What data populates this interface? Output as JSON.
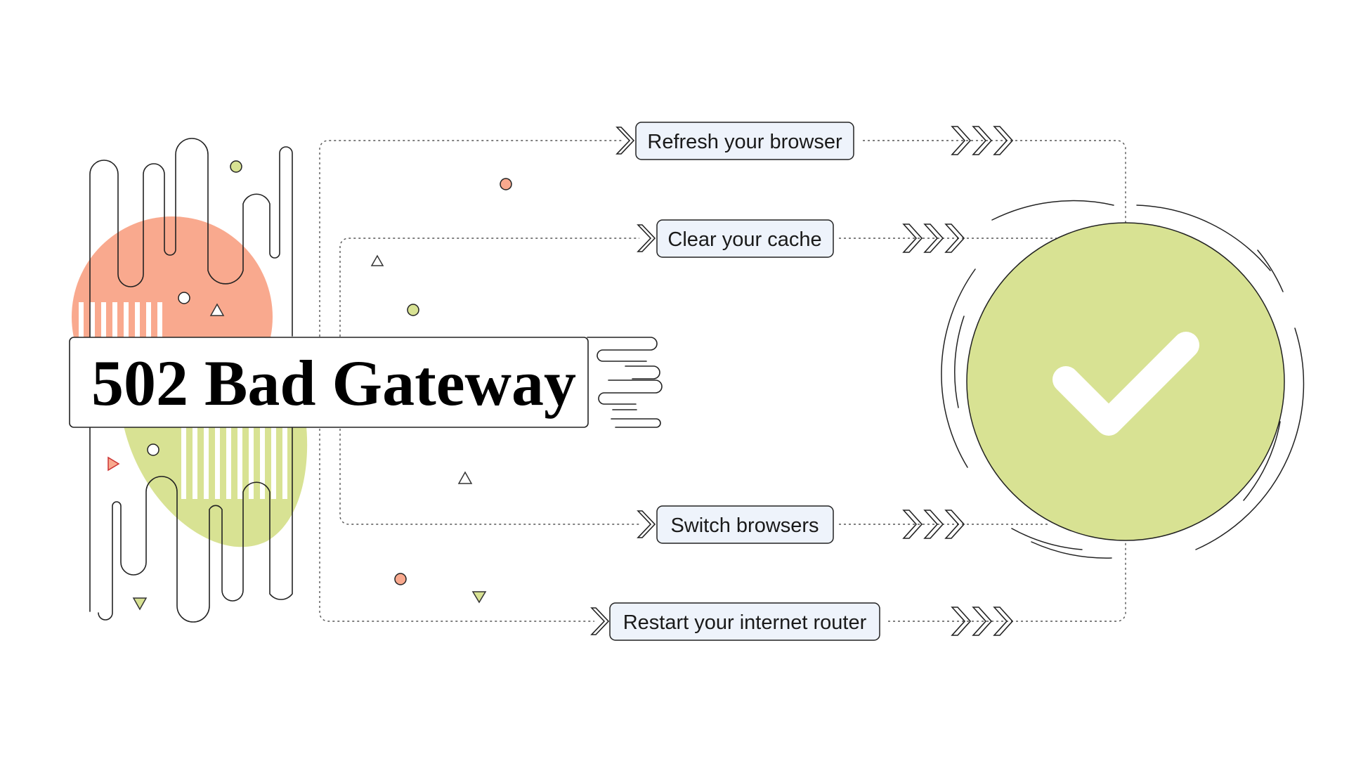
{
  "title": "502 Bad Gateway",
  "steps": [
    {
      "label": "Refresh your browser"
    },
    {
      "label": "Clear your cache"
    },
    {
      "label": "Switch browsers"
    },
    {
      "label": "Restart your internet router"
    }
  ],
  "icons": {
    "result": "checkmark-icon",
    "arrows": "chevron-right-icon"
  },
  "colors": {
    "coral": "#F9A98E",
    "lime": "#D8E293",
    "label_bg": "#EEF3FB",
    "stroke": "#222222"
  }
}
